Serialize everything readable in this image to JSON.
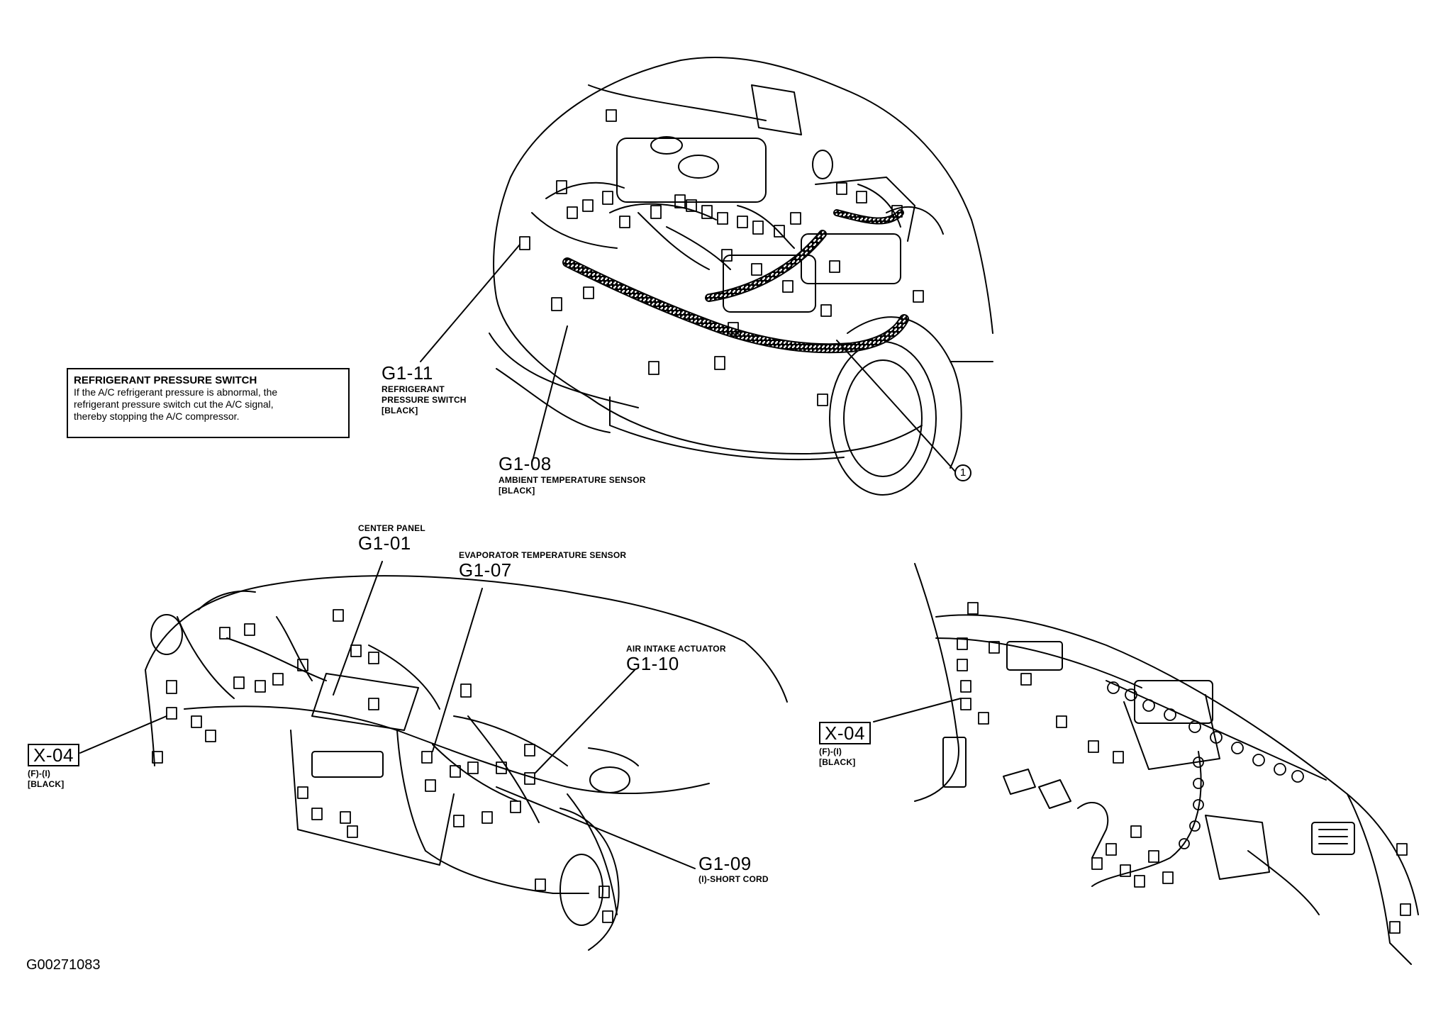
{
  "note": {
    "title": "REFRIGERANT PRESSURE SWITCH",
    "line1": "If the A/C refrigerant pressure is abnormal, the",
    "line2": "refrigerant pressure switch cut the A/C signal,",
    "line3": "thereby stopping the A/C compressor."
  },
  "engine": {
    "g111": {
      "code": "G1-11",
      "l1": "REFRIGERANT",
      "l2": "PRESSURE SWITCH",
      "l3": "[BLACK]"
    },
    "g108": {
      "code": "G1-08",
      "l1": "AMBIENT TEMPERATURE SENSOR",
      "l2": "[BLACK]"
    },
    "callout": "1"
  },
  "dash": {
    "g101": {
      "title": "CENTER PANEL",
      "code": "G1-01"
    },
    "g107": {
      "title": "EVAPORATOR TEMPERATURE SENSOR",
      "code": "G1-07"
    },
    "g110": {
      "title": "AIR INTAKE ACTUATOR",
      "code": "G1-10"
    },
    "g109": {
      "code": "G1-09",
      "l1": "(I)-SHORT CORD"
    },
    "x04": {
      "code": "X-04",
      "l1": "(F)-(I)",
      "l2": "[BLACK]"
    }
  },
  "interior": {
    "x04": {
      "code": "X-04",
      "l1": "(F)-(I)",
      "l2": "[BLACK]"
    }
  },
  "figure_id": "G00271083"
}
